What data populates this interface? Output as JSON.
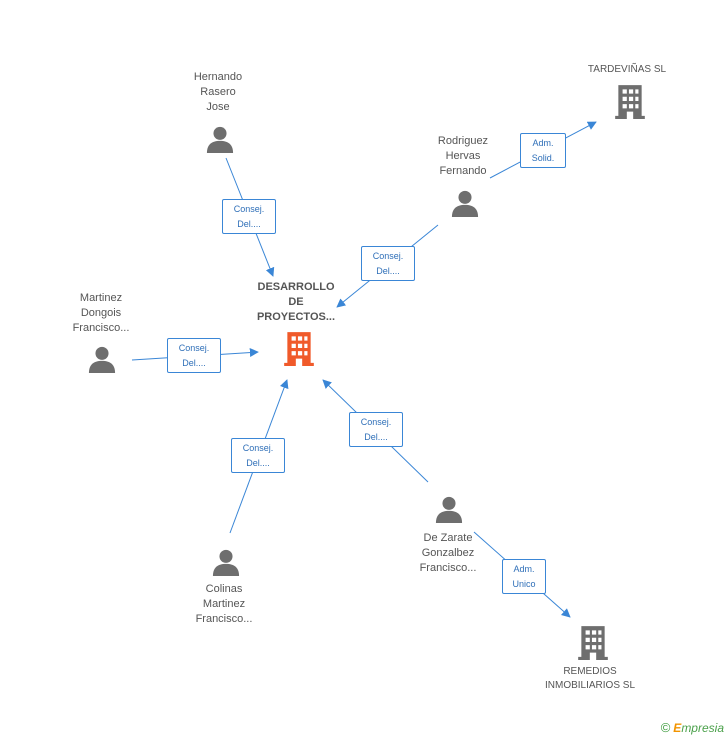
{
  "colors": {
    "edge": "#3a86d6",
    "person_icon": "#6e6e6e",
    "company_icon": "#6e6e6e",
    "main_icon": "#f05a2a"
  },
  "nodes": {
    "main": {
      "lines": [
        "DESARROLLO",
        "DE",
        "PROYECTOS..."
      ],
      "icon": "building-icon"
    },
    "hernando": {
      "lines": [
        "Hernando",
        "Rasero",
        "Jose"
      ],
      "icon": "person-icon"
    },
    "rodriguez": {
      "lines": [
        "Rodriguez",
        "Hervas",
        "Fernando"
      ],
      "icon": "person-icon"
    },
    "martinez": {
      "lines": [
        "Martinez",
        "Dongois",
        "Francisco..."
      ],
      "icon": "person-icon"
    },
    "colinas": {
      "lines": [
        "Colinas",
        "Martinez",
        "Francisco..."
      ],
      "icon": "person-icon"
    },
    "dezarate": {
      "lines": [
        "De Zarate",
        "Gonzalbez",
        "Francisco..."
      ],
      "icon": "person-icon"
    },
    "tardevinas": {
      "lines": [
        "TARDEVIÑAS SL"
      ],
      "icon": "building-icon"
    },
    "remedios": {
      "lines": [
        "REMEDIOS",
        "INMOBILIARIOS SL"
      ],
      "icon": "building-icon"
    }
  },
  "edges": {
    "hernando": [
      "Consej.",
      "Del...."
    ],
    "rodriguez_main": [
      "Consej.",
      "Del...."
    ],
    "rodriguez_tardevinas": [
      "Adm.",
      "Solid."
    ],
    "martinez": [
      "Consej.",
      "Del...."
    ],
    "colinas": [
      "Consej.",
      "Del...."
    ],
    "dezarate_main": [
      "Consej.",
      "Del...."
    ],
    "dezarate_remedios": [
      "Adm.",
      "Unico"
    ]
  },
  "footer": {
    "copyright": "©",
    "brand_initial": "E",
    "brand_rest": "mpresia"
  }
}
